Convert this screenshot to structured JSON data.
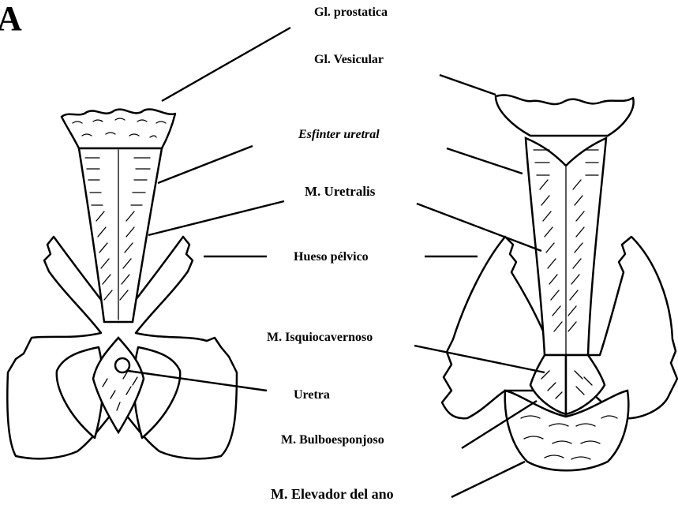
{
  "panel_letter": "A",
  "labels": {
    "gl_prostatica": "Gl. prostatica",
    "gl_vesicular": "Gl. Vesicular",
    "esfinter_uretral": "Esfinter uretral",
    "m_uretralis": "M. Uretralis",
    "hueso_pelvico": "Hueso pélvico",
    "m_isquiocavernoso": "M. Isquiocavernoso",
    "uretra": "Uretra",
    "m_bulboesponjoso": "M. Bulboesponjoso",
    "m_elevador_del_ano": "M. Elevador del ano"
  }
}
